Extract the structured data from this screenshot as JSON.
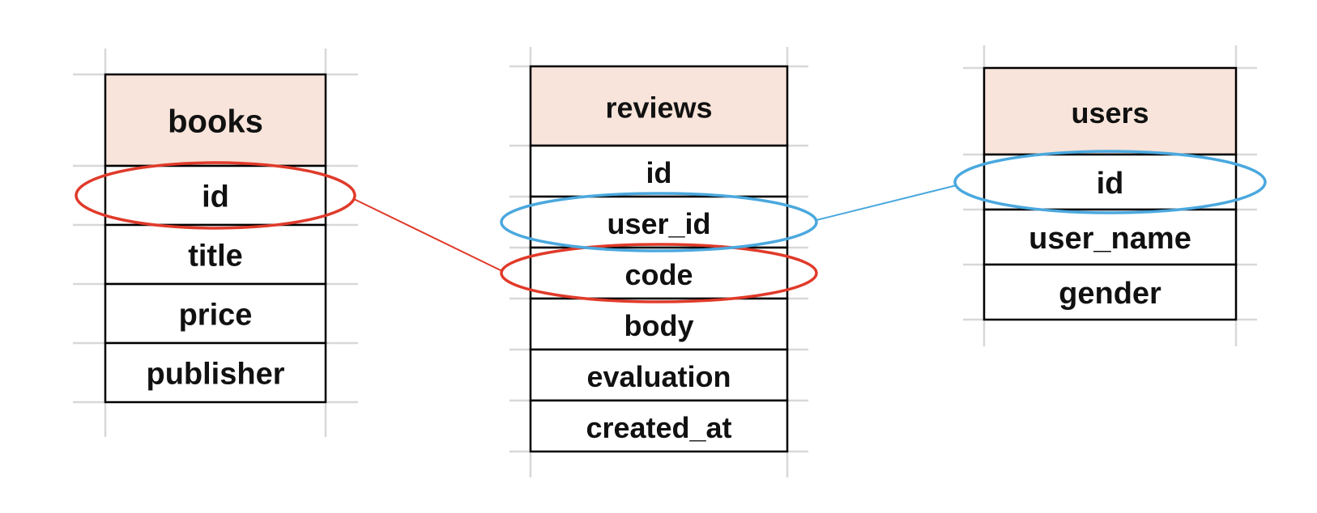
{
  "colors": {
    "header_fill": "#f8e4da",
    "cell_fill": "#ffffff",
    "border": "#000000",
    "grid": "#d8d8d8",
    "highlight_red": "#e03a2a",
    "highlight_blue": "#4aa8de"
  },
  "tables": [
    {
      "name": "books",
      "fields": [
        "id",
        "title",
        "price",
        "publisher"
      ]
    },
    {
      "name": "reviews",
      "fields": [
        "id",
        "user_id",
        "code",
        "body",
        "evaluation",
        "created_at"
      ]
    },
    {
      "name": "users",
      "fields": [
        "id",
        "user_name",
        "gender"
      ]
    }
  ],
  "relations": [
    {
      "from_table": "books",
      "from_field": "id",
      "to_table": "reviews",
      "to_field": "code",
      "color": "red"
    },
    {
      "from_table": "users",
      "from_field": "id",
      "to_table": "reviews",
      "to_field": "user_id",
      "color": "blue"
    }
  ]
}
